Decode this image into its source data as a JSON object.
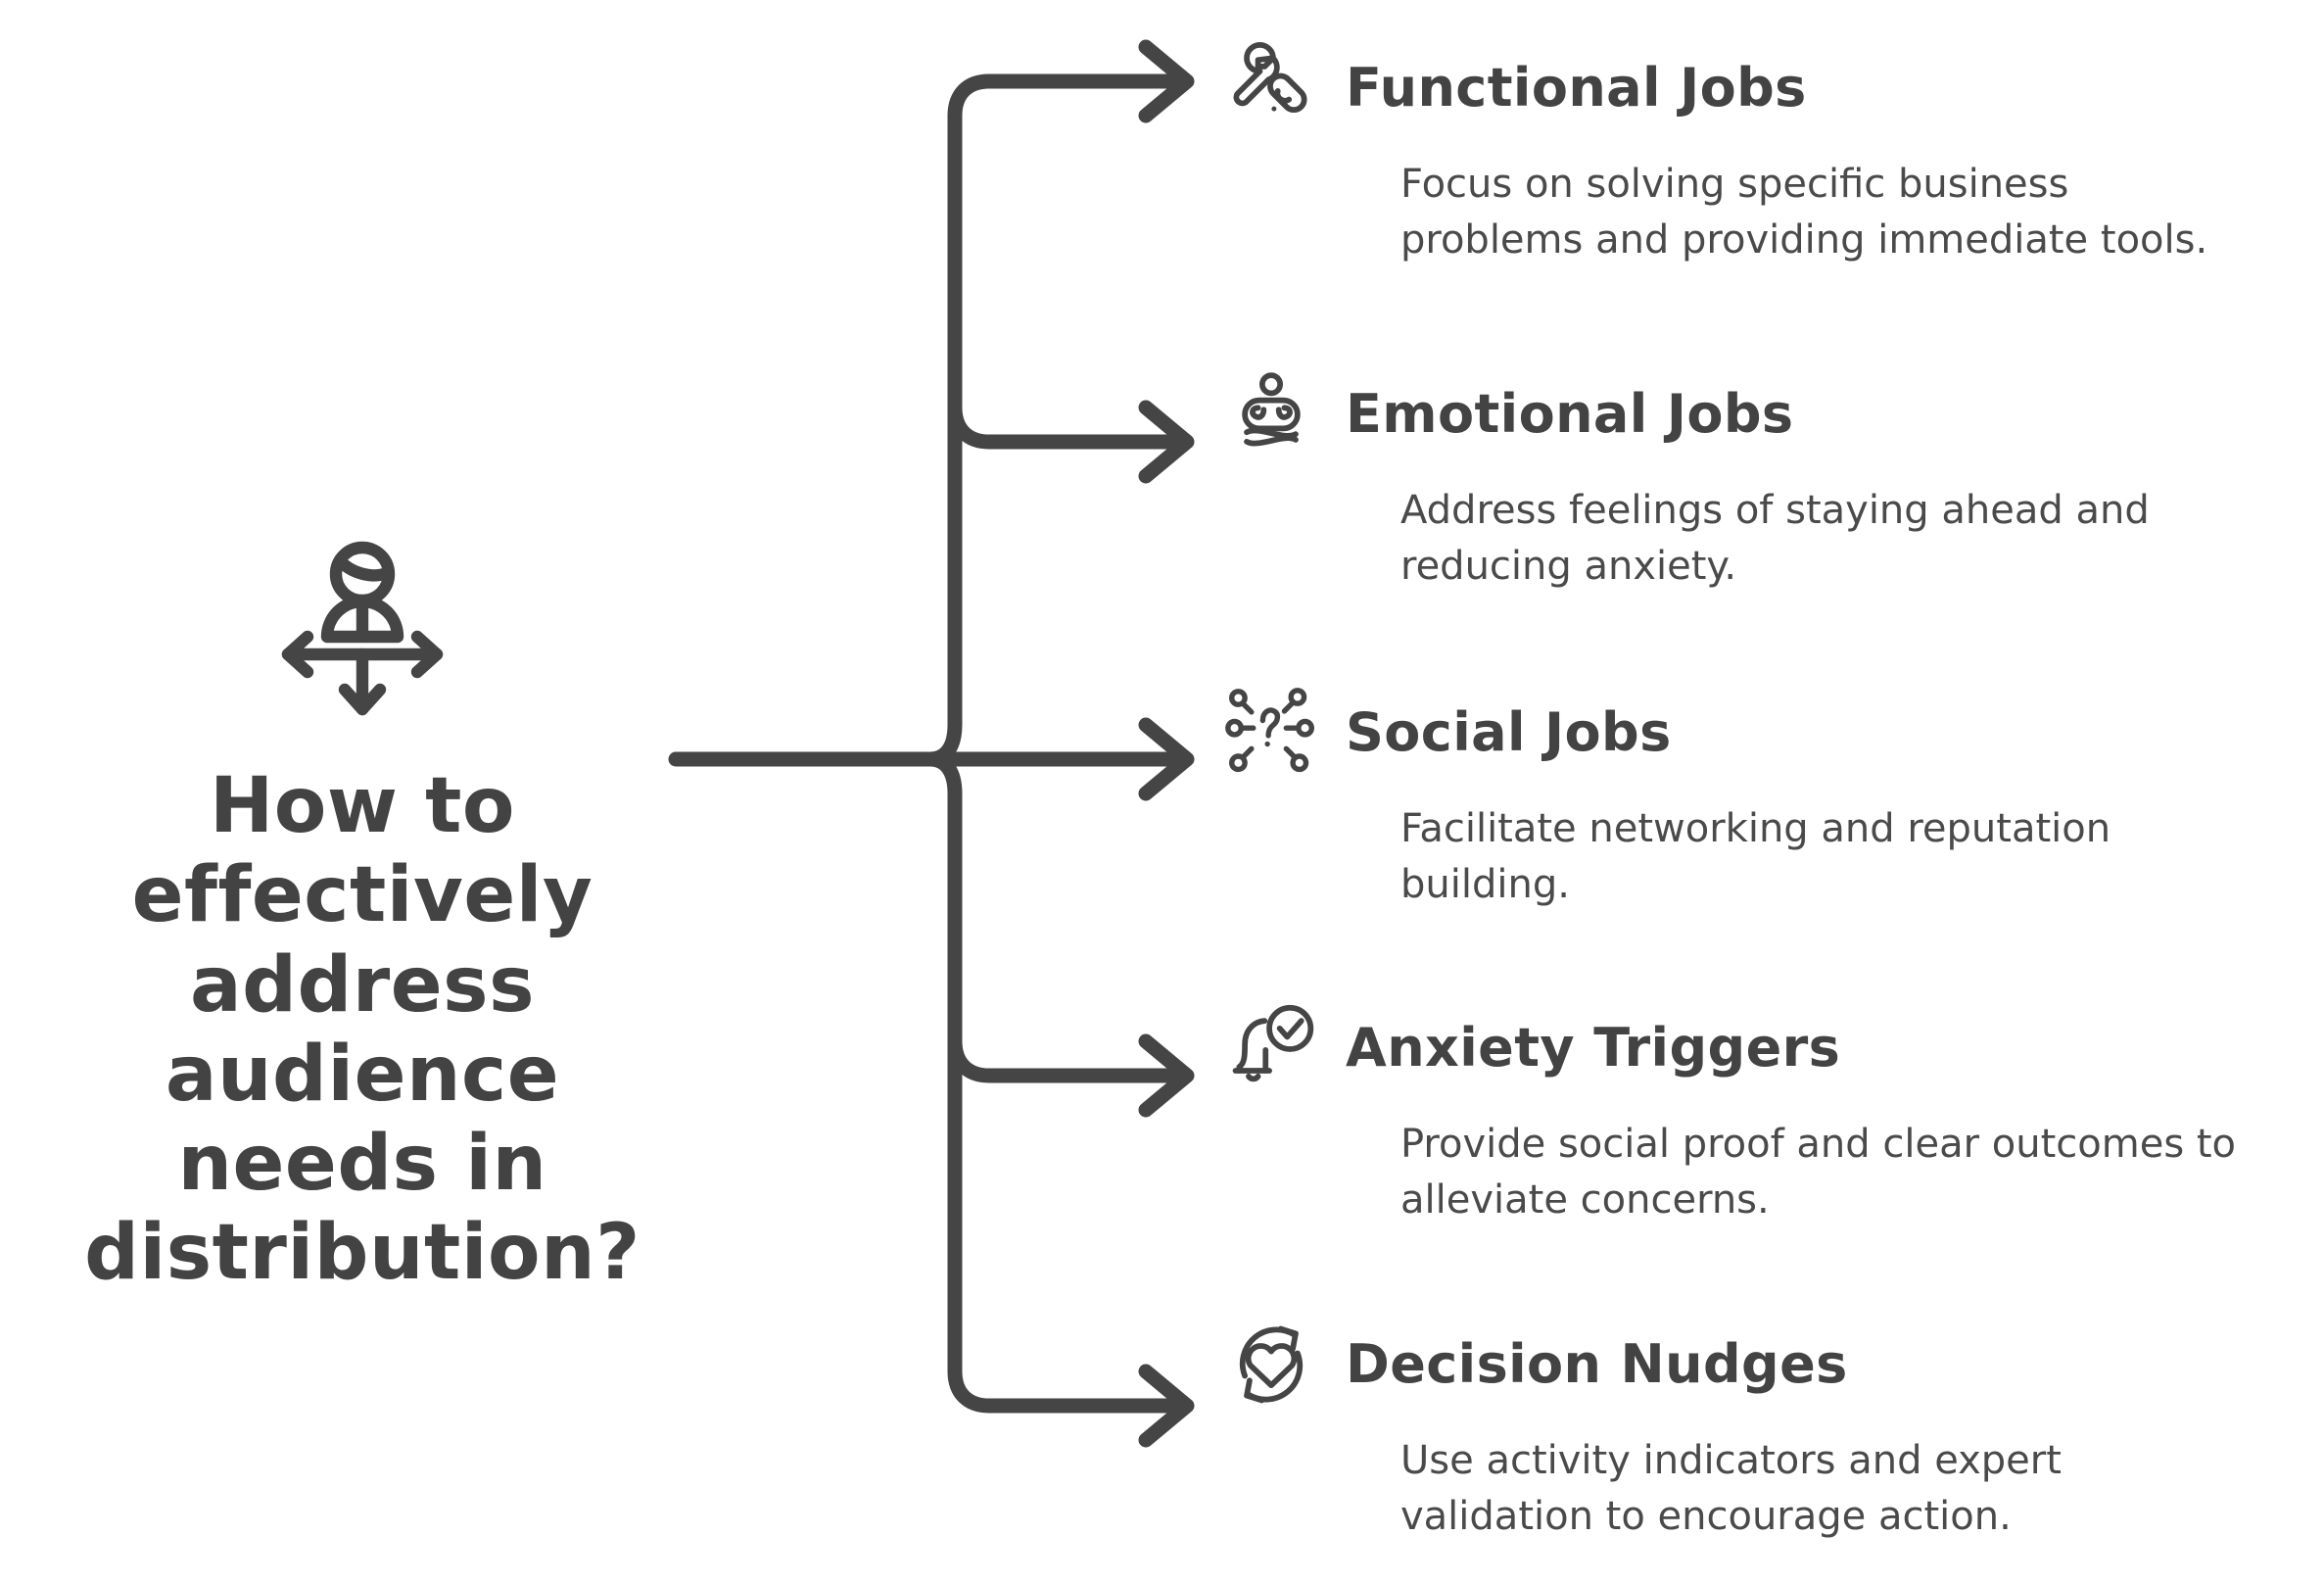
{
  "colors": {
    "background": "#ffffff",
    "line": "#454545",
    "heading_text": "#434343",
    "body_text": "#4a4a4a"
  },
  "root": {
    "icon": "person-distribution-arrows-icon",
    "title": "How to\neffectively\naddress\naudience\nneeds in\ndistribution?",
    "title_plain": "How to effectively address audience needs in distribution?"
  },
  "branches": [
    {
      "icon": "wrench-and-tools-icon",
      "title": "Functional Jobs",
      "description": "Focus on solving specific business problems and providing immediate tools."
    },
    {
      "icon": "meditating-person-icon",
      "title": "Emotional Jobs",
      "description": "Address feelings of staying ahead and reducing anxiety."
    },
    {
      "icon": "network-question-mark-icon",
      "title": "Social Jobs",
      "description": "Facilitate networking and reputation building."
    },
    {
      "icon": "bell-with-check-icon",
      "title": "Anxiety Triggers",
      "description": "Provide social proof and clear outcomes to alleviate concerns."
    },
    {
      "icon": "heart-refresh-cycle-icon",
      "title": "Decision Nudges",
      "description": "Use activity indicators and expert validation to encourage action."
    }
  ]
}
